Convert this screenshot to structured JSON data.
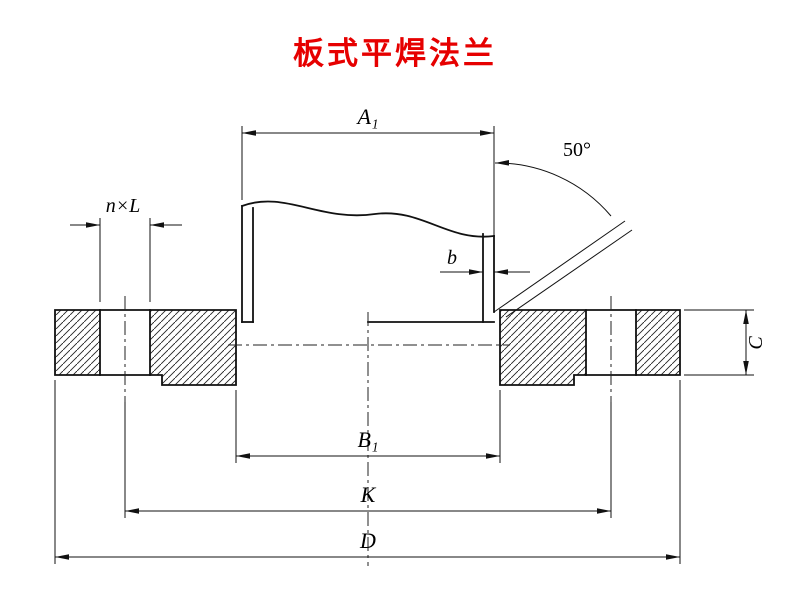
{
  "title": {
    "text": "板式平焊法兰"
  },
  "colors": {
    "accent_red": "#e60000",
    "line": "#111111",
    "background": "#ffffff"
  },
  "labels": {
    "a1": "A₁",
    "angle": "50°",
    "nxl": "n×L",
    "b": "b",
    "c": "C",
    "b1": "B₁",
    "k": "K",
    "d": "D"
  }
}
